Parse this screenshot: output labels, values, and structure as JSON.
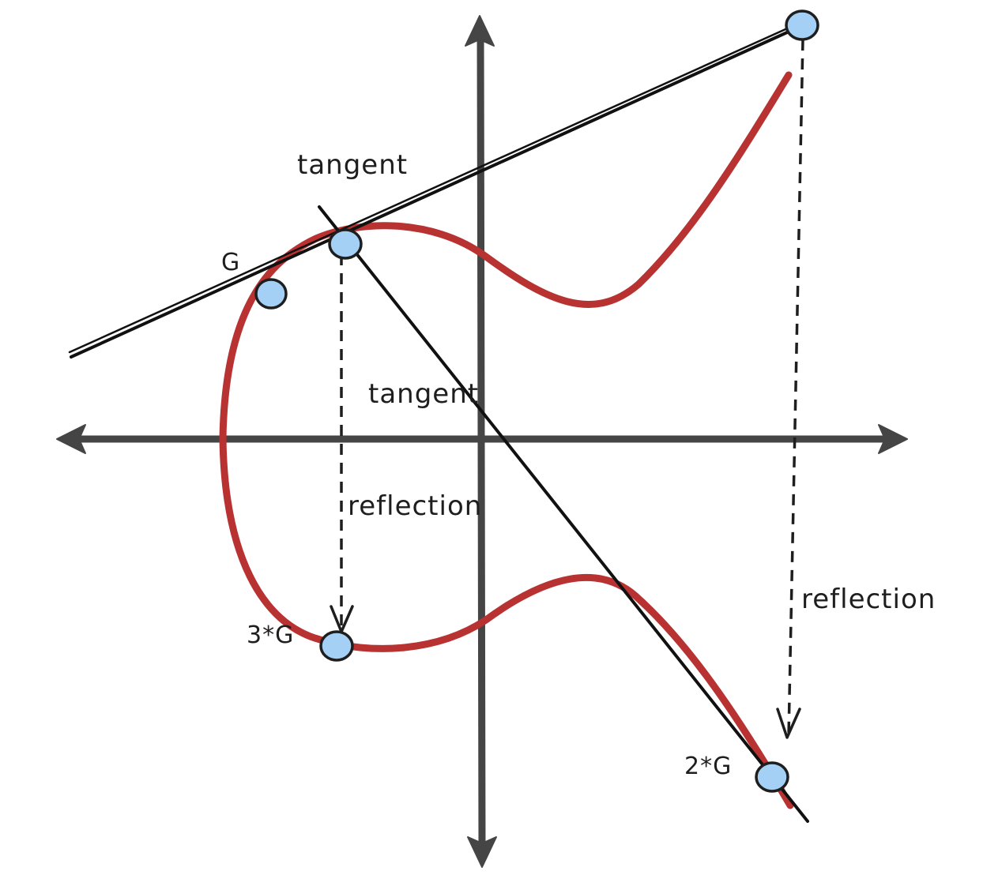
{
  "labels": {
    "tangent_top": "tangent",
    "tangent_mid": "tangent",
    "reflection_left": "reflection",
    "reflection_right": "reflection",
    "point_g": "G",
    "point_2g": "2*G",
    "point_3g": "3*G"
  },
  "colors": {
    "curve": "#b83232",
    "axis": "#454545",
    "lines": "#111111",
    "point_fill": "#a5d0f5",
    "point_stroke": "#1e1e1e",
    "background": "#ffffff"
  }
}
